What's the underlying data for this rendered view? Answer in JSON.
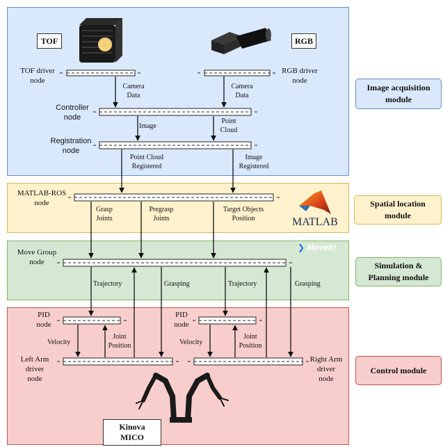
{
  "modules": {
    "image_acquisition": "Image acquisition module",
    "spatial_location": "Spatial location module",
    "simulation_planning": "Simulation & Planning module",
    "control": "Control module"
  },
  "devices": {
    "tof": "TOF",
    "rgb": "RGB",
    "robot": "Kinova MICO"
  },
  "nodes": {
    "tof_driver": "TOF driver node",
    "rgb_driver": "RGB driver node",
    "controller": "Controller node",
    "registration": "Registration node",
    "matlab_ros": "MATLAB-ROS node",
    "move_group": "Move Group node",
    "pid_left": "PID node",
    "pid_right": "PID node",
    "left_arm": "Left Arm driver node",
    "right_arm": "Right Arm driver node"
  },
  "edges": {
    "camera_data_left": "Camera Data",
    "camera_data_right": "Camera Data",
    "image": "Image",
    "point_cloud": "Point Cloud",
    "pc_registered": "Point Cloud Registered",
    "image_registered": "Image Registered",
    "grasp_joints": "Grasp Joints",
    "pregrasp_joints": "Pregrasp Joints",
    "target_objects": "Target Objects Position",
    "trajectory_left": "Trajectory",
    "grasping_left": "Grasping",
    "trajectory_right": "Trajectory",
    "grasping_right": "Grasping",
    "velocity_left": "Velocity",
    "joint_position_left": "Joint Position",
    "velocity_right": "Velocity",
    "joint_position_right": "Joint Position"
  },
  "logos": {
    "matlab": "MATLAB",
    "moveit": "MoveIt!"
  },
  "colors": {
    "blue_fill": "#dae8fc",
    "blue_stroke": "#6c8ebf",
    "yellow_fill": "#fff2cc",
    "yellow_stroke": "#d6b656",
    "green_fill": "#d5e8d4",
    "green_stroke": "#82b366",
    "red_fill": "#f8cecc",
    "red_stroke": "#b85450"
  }
}
